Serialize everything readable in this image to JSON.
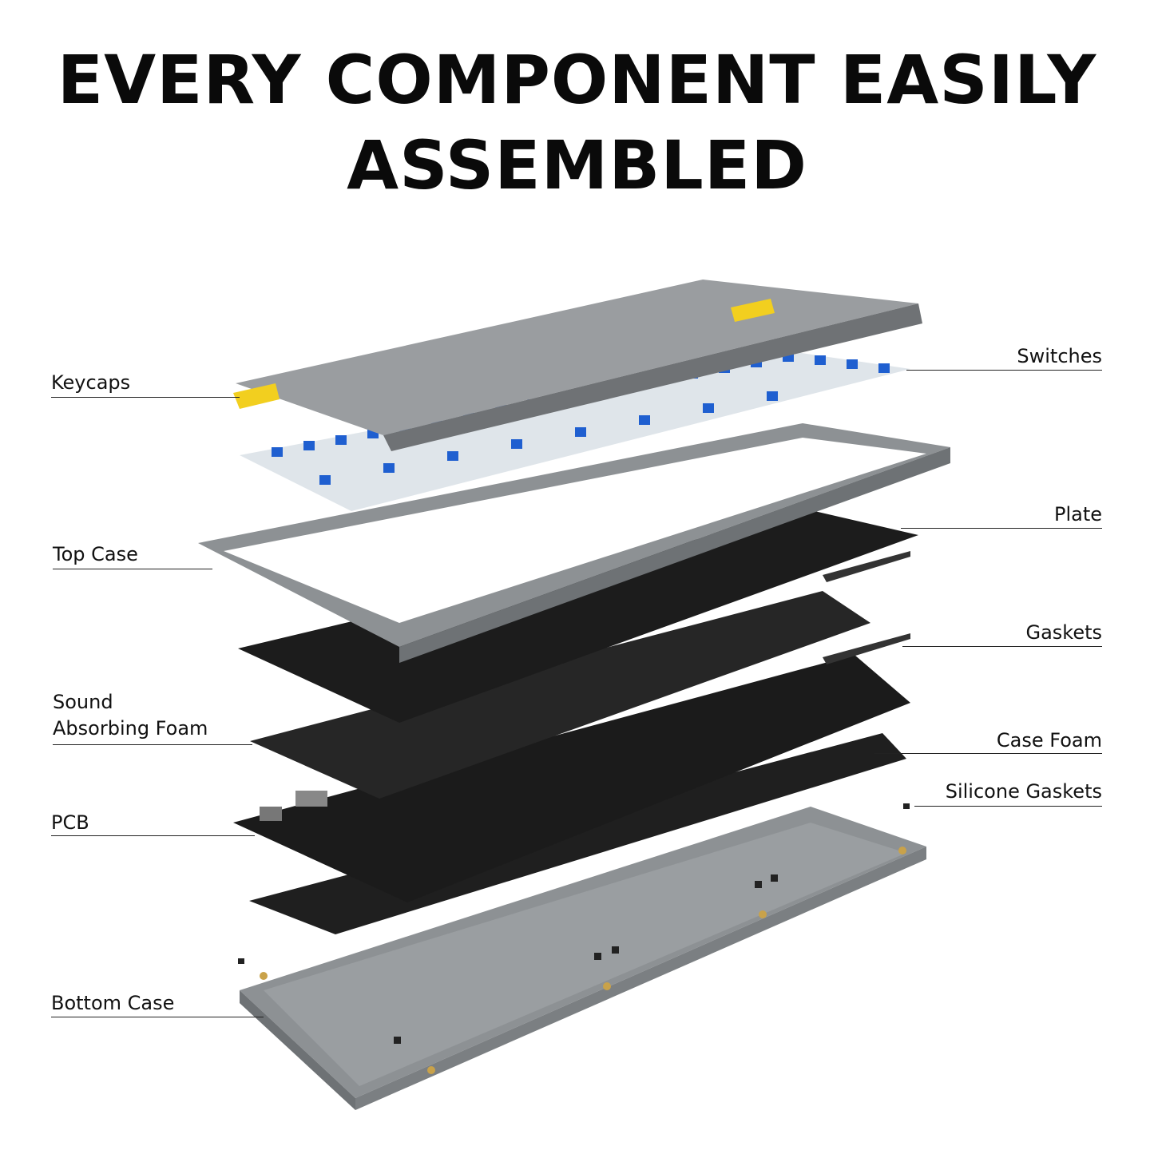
{
  "title": {
    "line1": "EVERY COMPONENT EASILY",
    "line2": "ASSEMBLED"
  },
  "labels": {
    "keycaps": "Keycaps",
    "top_case": "Top Case",
    "sound_absorbing_foam_line1": "Sound",
    "sound_absorbing_foam_line2": "Absorbing Foam",
    "pcb": "PCB",
    "bottom_case": "Bottom Case",
    "switches": "Switches",
    "plate": "Plate",
    "gaskets": "Gaskets",
    "case_foam": "Case Foam",
    "silicone_gaskets": "Silicone Gaskets"
  },
  "colors": {
    "title_text": "#0a0a0a",
    "keycap_gray": "#9a9da0",
    "keycap_dark": "#6f7275",
    "accent_yellow": "#f2cf1f",
    "switch_blue": "#1f5fd0",
    "case_gray": "#8d9194",
    "plate_black": "#1c1c1c",
    "foam_black": "#2a2a2a",
    "brass": "#c9a24a"
  }
}
